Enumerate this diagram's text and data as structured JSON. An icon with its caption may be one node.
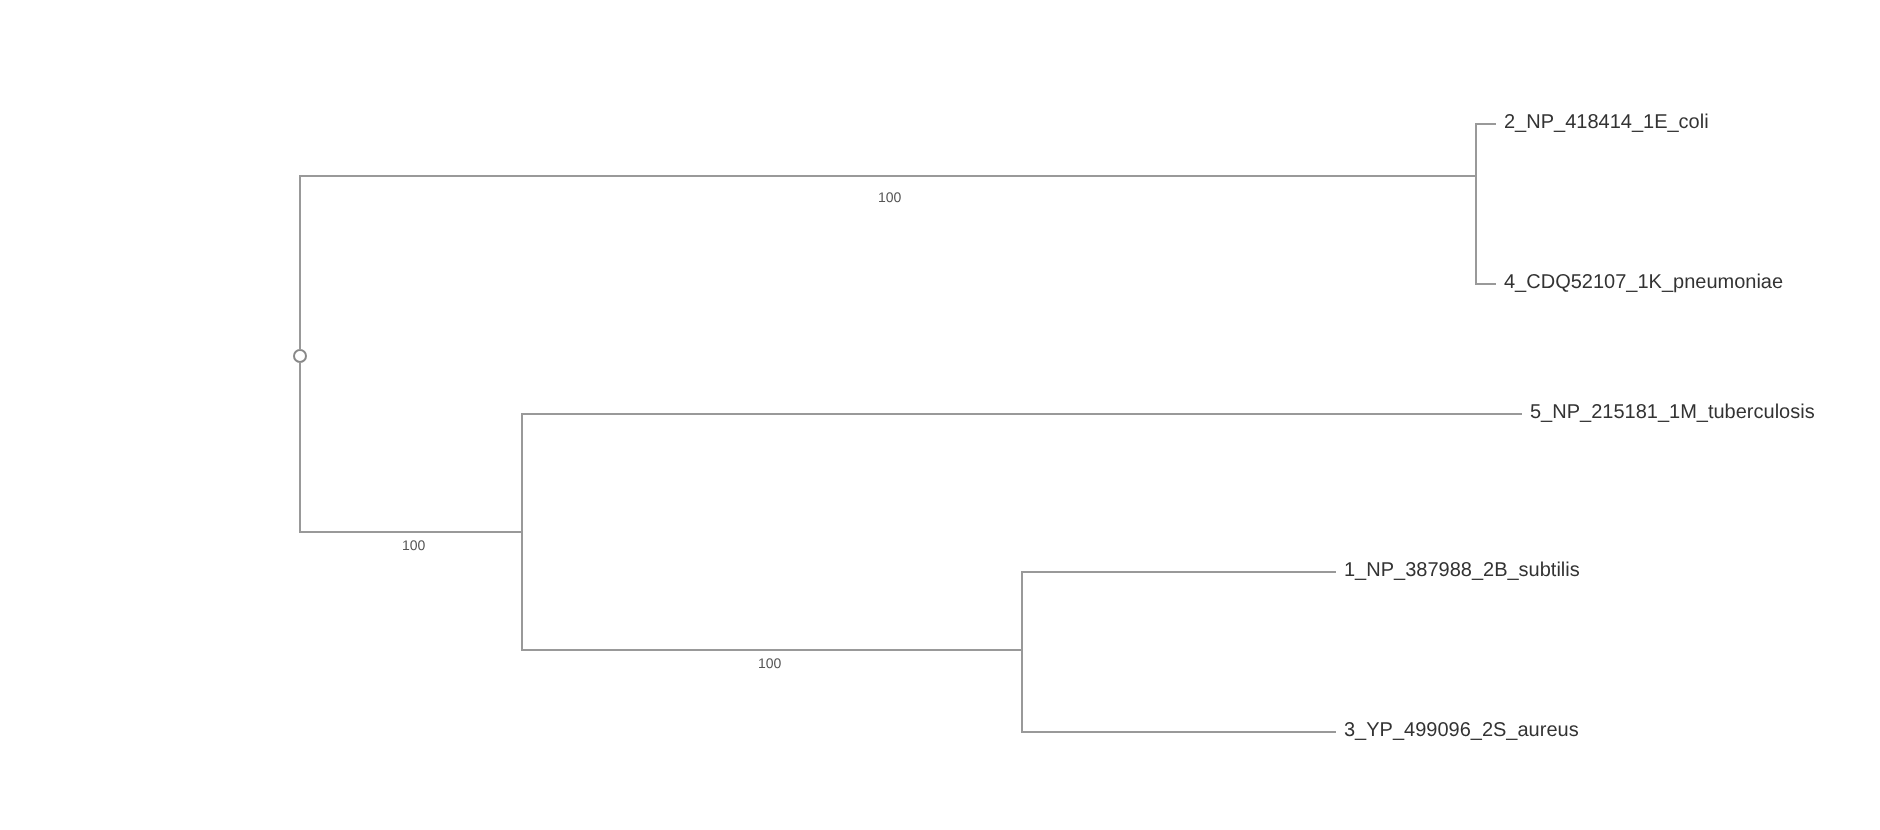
{
  "diagram": {
    "nodes": [
      {
        "text": [],
        "shape": "circle"
      },
      {
        "text": [
          "2_NP_418414_1E_coli"
        ]
      },
      {
        "text": [
          "4_CDQ52107_1K_pneumoniae"
        ]
      },
      {
        "text": [
          "5_NP_215181_1M_tuberculosis"
        ]
      },
      {
        "text": [
          "1_NP_387988_2B_subtilis"
        ]
      },
      {
        "text": [
          "3_YP_499096_2S_aureus"
        ]
      }
    ],
    "edges": [
      {
        "from": 0,
        "to": 1,
        "arrow": "none"
      },
      {
        "from": 0,
        "to": 2,
        "arrow": "none"
      },
      {
        "from": 0,
        "to": 3,
        "arrow": "none"
      },
      {
        "from": 0,
        "to": 4,
        "arrow": "none"
      },
      {
        "from": 0,
        "to": 5,
        "arrow": "none"
      }
    ],
    "labels": [
      "100",
      "100",
      "100"
    ]
  }
}
